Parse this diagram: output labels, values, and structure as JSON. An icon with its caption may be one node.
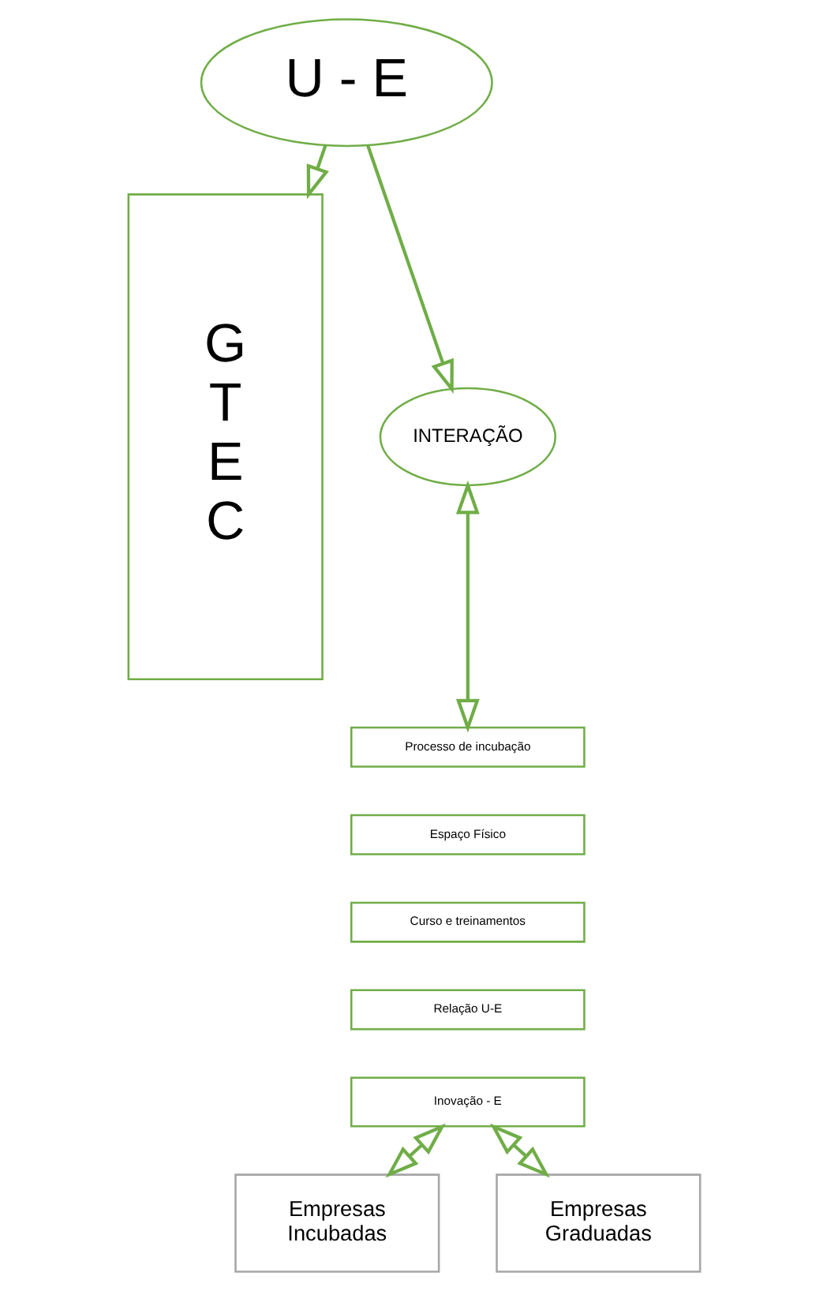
{
  "diagram": {
    "nodes": [
      {
        "text": [
          "U - E"
        ]
      },
      {
        "text": [
          "G T E C"
        ]
      },
      {
        "text": [
          "INTERAÇÃO"
        ]
      },
      {
        "text": [
          "Processo de incubação"
        ]
      },
      {
        "text": [
          "Espaço Físico"
        ]
      },
      {
        "text": [
          "Curso e treinamentos"
        ]
      },
      {
        "text": [
          "Relação U-E"
        ]
      },
      {
        "text": [
          "Inovação - E"
        ]
      },
      {
        "text": [
          "Empresas Incubadas"
        ]
      },
      {
        "text": [
          "Empresas Graduadas"
        ]
      }
    ],
    "edges": [
      {
        "from": 0,
        "to": 1,
        "arrow": "to"
      },
      {
        "from": 0,
        "to": 2,
        "arrow": "to"
      },
      {
        "from": 2,
        "to": 3,
        "arrow": "both"
      },
      {
        "from": 7,
        "to": 8,
        "arrow": "both"
      },
      {
        "from": 7,
        "to": 9,
        "arrow": "both"
      }
    ]
  }
}
